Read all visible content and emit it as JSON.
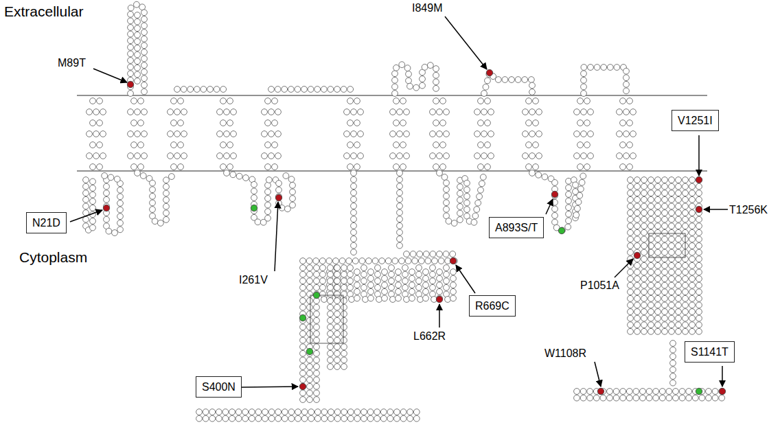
{
  "diagram": {
    "nodes": [
      {
        "text": [
          "V1251I"
        ]
      },
      {
        "text": [
          "N21D"
        ]
      },
      {
        "text": [
          "A893S/T"
        ]
      },
      {
        "text": [
          "R669C"
        ]
      },
      {
        "text": [
          "S1141T"
        ]
      },
      {
        "text": [
          "S400N"
        ]
      }
    ],
    "labels": [
      "Extracellular",
      "M89T",
      "I849M",
      "I261V",
      "Cytoplasm",
      "T1256K",
      "P1051A",
      "L662R",
      "W1108R"
    ]
  }
}
